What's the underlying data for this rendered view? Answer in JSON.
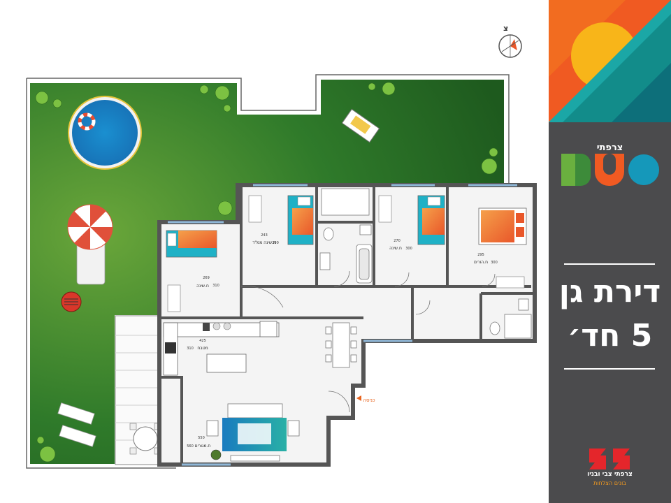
{
  "compass": {
    "north_letter": "צ"
  },
  "rooms": [
    {
      "id": "bedroom1",
      "dims_w": "269",
      "dims_h": "310",
      "name": "ח.שינה"
    },
    {
      "id": "bedroom2",
      "dims_w": "243",
      "dims_h": "300",
      "name": "ח.שינה ממ\"ד"
    },
    {
      "id": "bedroom3",
      "dims_w": "270",
      "dims_h": "300",
      "name": "ח.שינה"
    },
    {
      "id": "master",
      "dims_w": "295",
      "dims_h": "300",
      "name": "ח.הורים"
    },
    {
      "id": "kitchen",
      "dims_w": "425",
      "dims_h": "310",
      "name": "מטבח"
    },
    {
      "id": "living",
      "dims_w": "550",
      "dims_h": "560",
      "name": "ח.מגורים"
    }
  ],
  "entrance_label": "כניסה",
  "sidebar": {
    "brand_small": "צרפתי",
    "logo_letters": [
      "D",
      "U",
      "O"
    ],
    "title_line1": "דירת גן",
    "title_line2": "5 חד׳",
    "developer_name": "צרפתי צבי ובניו",
    "developer_slogan": "בונים הצלחות",
    "colors": {
      "sidebar_bg": "#4b4b4d",
      "orange": "#f05a22",
      "teal": "#0fa3b1",
      "green": "#2e7d32",
      "developer_red": "#e4262b"
    }
  }
}
